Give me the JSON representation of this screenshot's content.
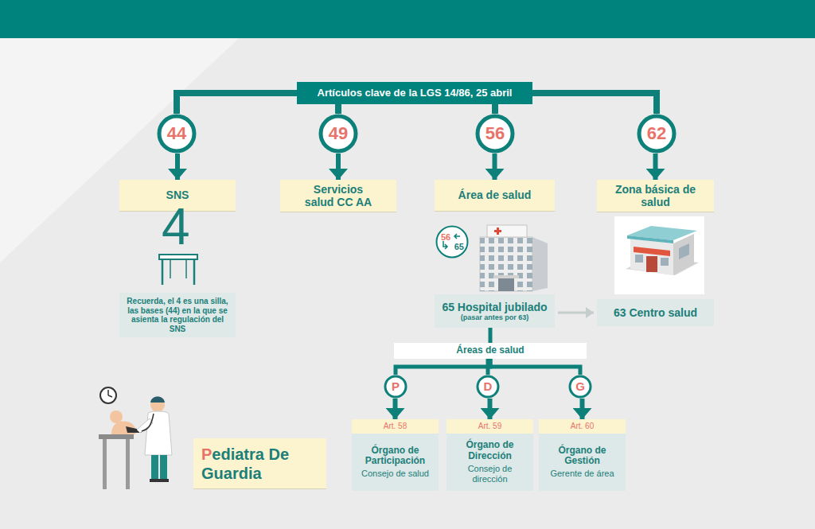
{
  "diagram": {
    "nodes": [
      {
        "text": [
          "Artículos clave de la LGS 14/86, 25 abril"
        ]
      },
      {
        "text": [
          "44"
        ]
      },
      {
        "text": [
          "49"
        ]
      },
      {
        "text": [
          "56"
        ]
      },
      {
        "text": [
          "62"
        ]
      },
      {
        "text": [
          "SNS"
        ]
      },
      {
        "text": [
          "Servicios salud CC AA"
        ]
      },
      {
        "text": [
          "Área de salud"
        ]
      },
      {
        "text": [
          "Zona básica de salud"
        ]
      },
      {
        "text": [
          "Recuerda, el 4 es una silla, las bases (44) en la que se asienta la regulación del SNS"
        ]
      },
      {
        "text": [
          "56",
          "65"
        ]
      },
      {
        "text": [
          "65 Hospital jubilado",
          "(pasar antes por 63)"
        ]
      },
      {
        "text": [
          "63 Centro salud"
        ]
      },
      {
        "text": [
          "Áreas de salud"
        ]
      },
      {
        "text": [
          "P"
        ]
      },
      {
        "text": [
          "D"
        ]
      },
      {
        "text": [
          "G"
        ]
      },
      {
        "text": [
          "Art. 58",
          "Órgano de Participación",
          "Consejo de salud"
        ]
      },
      {
        "text": [
          "Art. 59",
          "Órgano de Dirección",
          "Consejo de dirección"
        ]
      },
      {
        "text": [
          "Art. 60",
          "Órgano de Gestión",
          "Gerente de área"
        ]
      },
      {
        "text": [
          "Pediatra De Guardia"
        ]
      }
    ],
    "edges": [
      {
        "from": 0,
        "to": 1,
        "arrow": "none"
      },
      {
        "from": 0,
        "to": 2,
        "arrow": "none"
      },
      {
        "from": 0,
        "to": 3,
        "arrow": "none"
      },
      {
        "from": 0,
        "to": 4,
        "arrow": "none"
      },
      {
        "from": 1,
        "to": 5,
        "arrow": "to"
      },
      {
        "from": 2,
        "to": 6,
        "arrow": "to"
      },
      {
        "from": 3,
        "to": 7,
        "arrow": "to"
      },
      {
        "from": 4,
        "to": 8,
        "arrow": "to"
      },
      {
        "from": 11,
        "to": 12,
        "arrow": "to"
      },
      {
        "from": 11,
        "to": 13,
        "arrow": "none"
      },
      {
        "from": 13,
        "to": 14,
        "arrow": "none"
      },
      {
        "from": 13,
        "to": 15,
        "arrow": "none"
      },
      {
        "from": 13,
        "to": 16,
        "arrow": "none"
      },
      {
        "from": 14,
        "to": 17,
        "arrow": "to"
      },
      {
        "from": 15,
        "to": 18,
        "arrow": "to"
      },
      {
        "from": 16,
        "to": 19,
        "arrow": "to"
      }
    ],
    "labels": [
      "4"
    ]
  }
}
